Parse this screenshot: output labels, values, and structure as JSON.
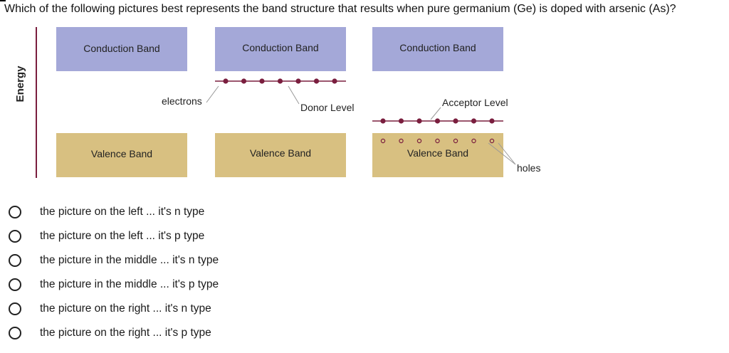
{
  "question": "Which of the following pictures best represents the band structure that results when pure germanium (Ge) is doped with arsenic (As)?",
  "diagram": {
    "axis_label": "Energy",
    "panels": [
      {
        "conduction": "Conduction Band",
        "valence": "Valence Band",
        "annotation": "electrons",
        "dots": 0
      },
      {
        "conduction": "Conduction Band",
        "valence": "Valence Band",
        "annotation": "Donor Level",
        "dots": 7
      },
      {
        "conduction": "Conduction Band",
        "valence": "Valence Band",
        "annotation": "Acceptor Level",
        "dots": 7,
        "holes": 7,
        "extra_annotation": "holes"
      }
    ],
    "colors": {
      "conduction": "#a4a8d8",
      "valence": "#d8c081",
      "dot": "#7a1e3e",
      "axis": "#7a1e3e"
    }
  },
  "options": [
    {
      "label": "the picture on the left ... it's n type"
    },
    {
      "label": "the picture on the left ... it's p type"
    },
    {
      "label": "the picture in the middle ... it's n type"
    },
    {
      "label": "the picture in the middle ... it's p type"
    },
    {
      "label": "the picture on the right ... it's n type"
    },
    {
      "label": "the picture on the right ... it's p type"
    }
  ]
}
